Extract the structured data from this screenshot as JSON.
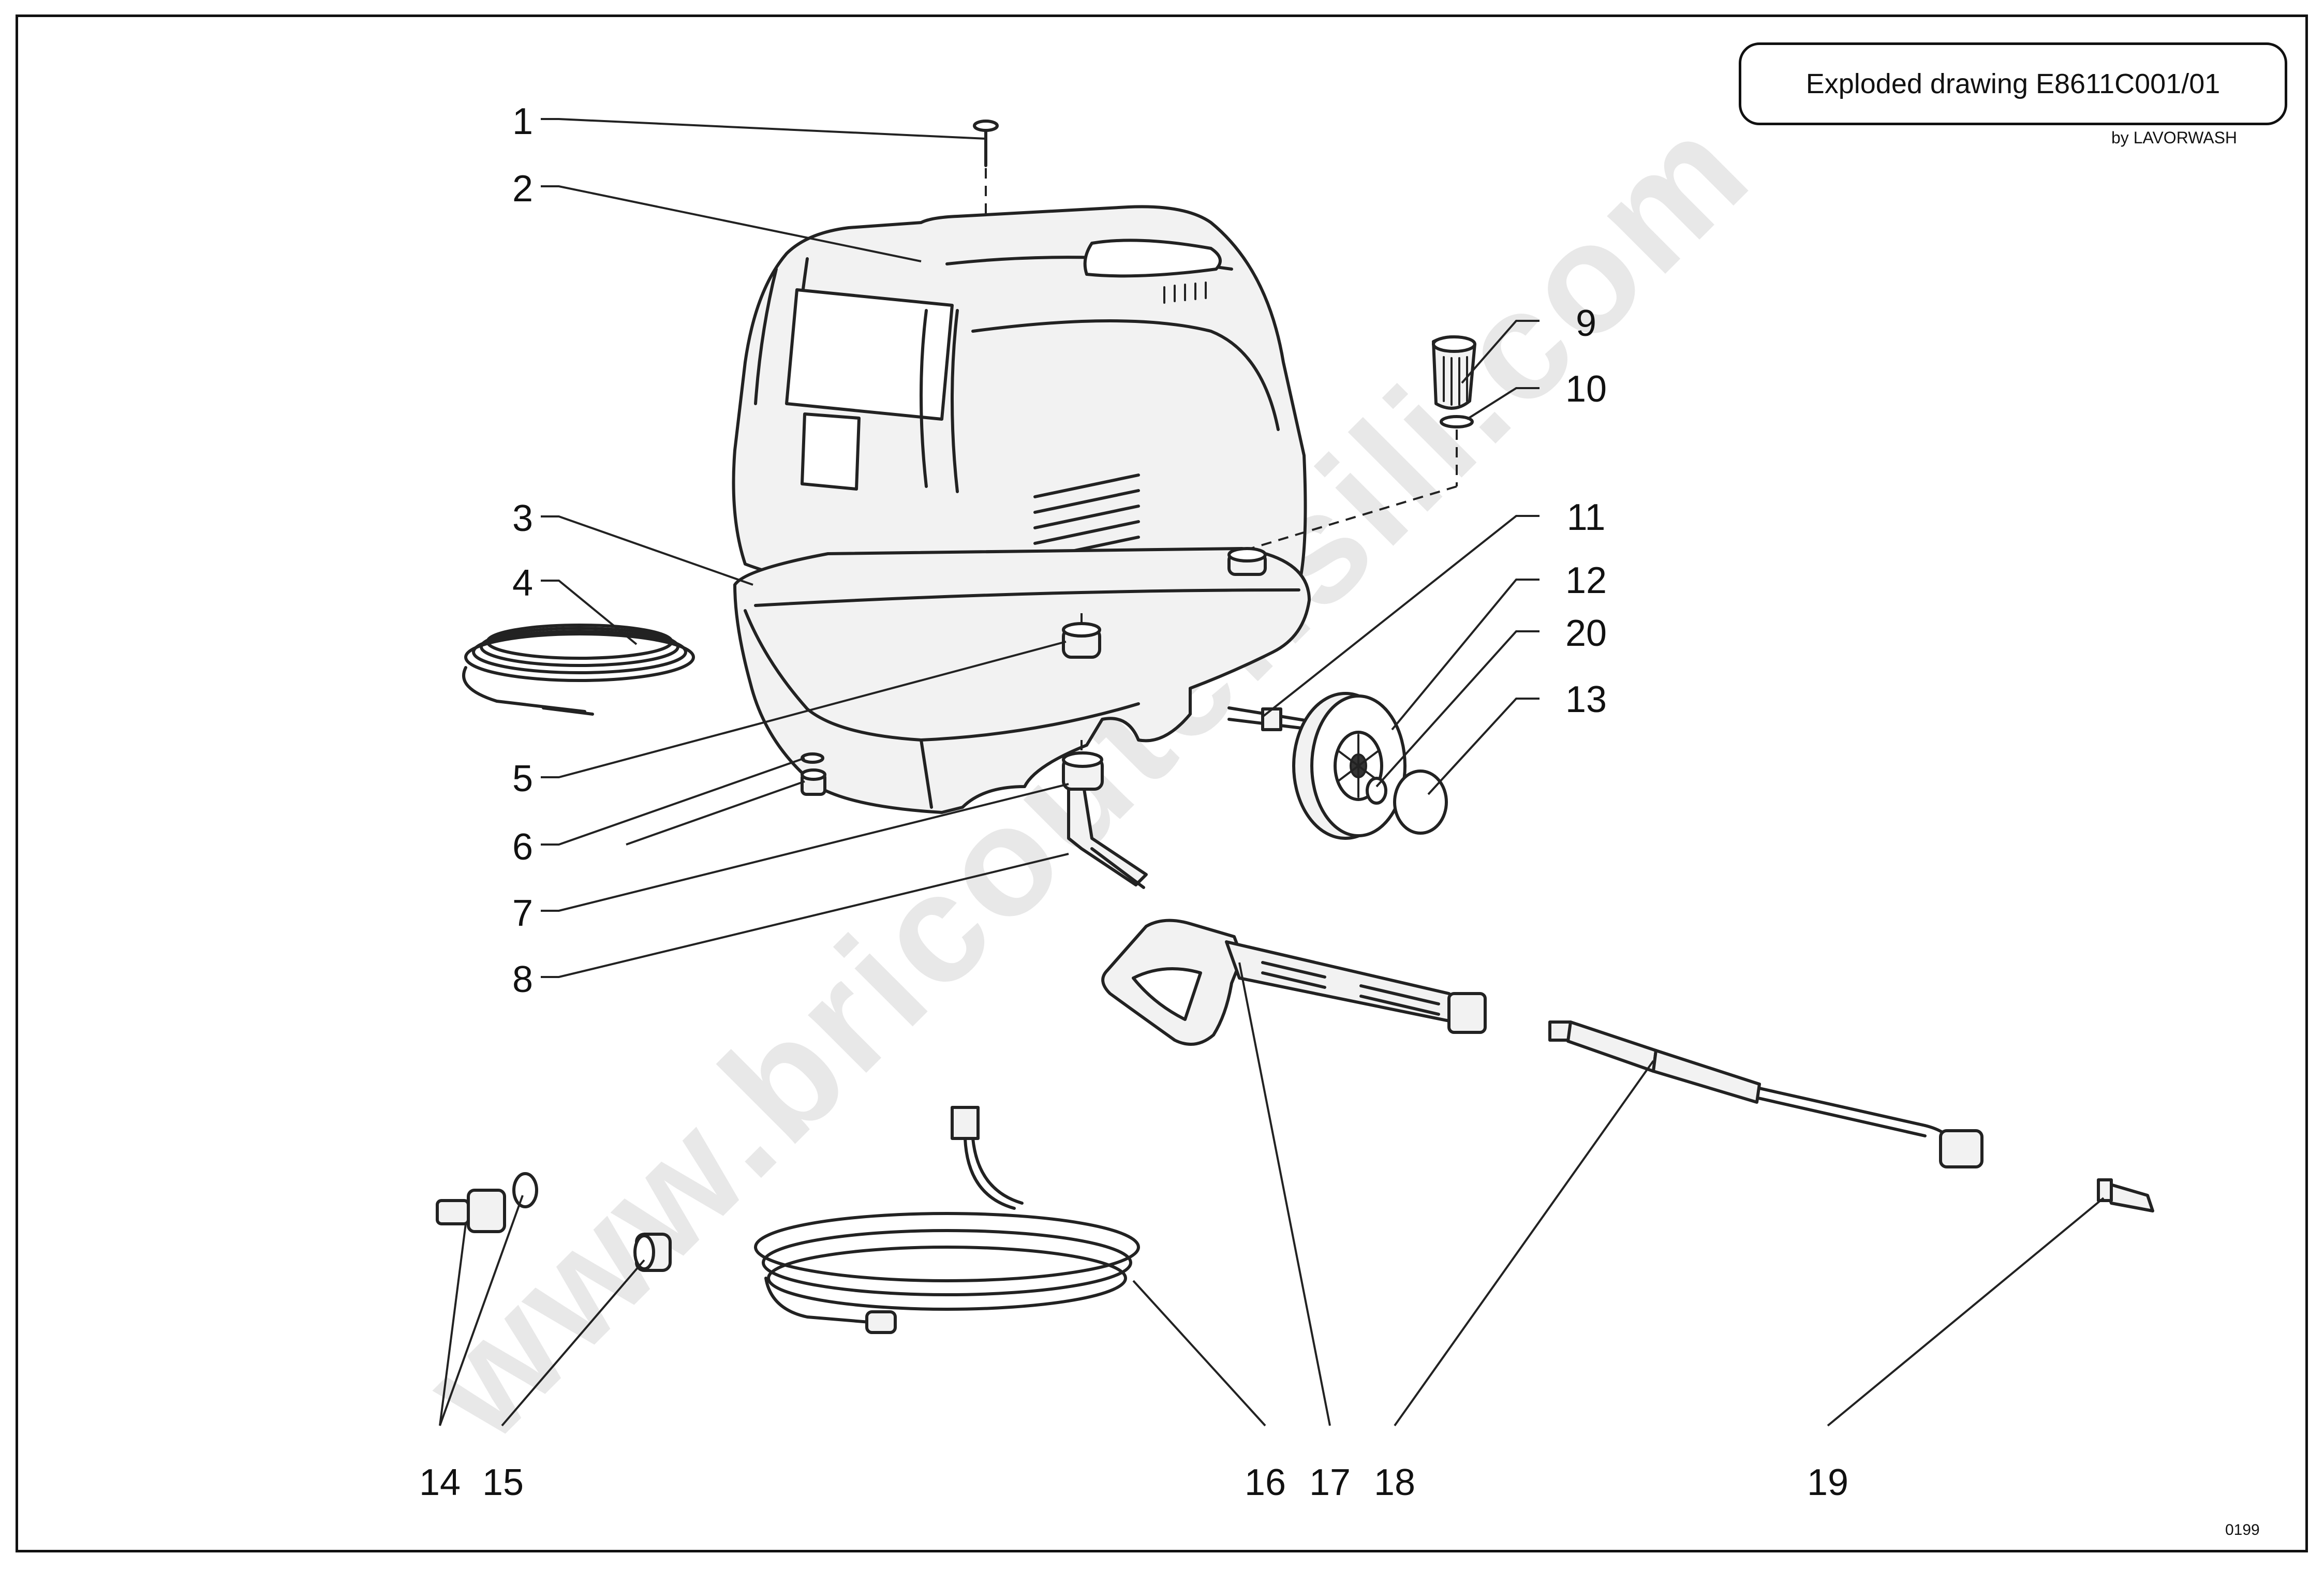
{
  "header": {
    "title": "Exploded drawing E8611C001/01",
    "subtitle": "by LAVORWASH"
  },
  "footer": {
    "sheet_code": "0199"
  },
  "watermark": "www.bricoutensili.com",
  "callouts": [
    "1",
    "2",
    "3",
    "4",
    "5",
    "6",
    "7",
    "8",
    "9",
    "10",
    "11",
    "12",
    "20",
    "13",
    "14",
    "15",
    "16",
    "17",
    "18",
    "19"
  ]
}
